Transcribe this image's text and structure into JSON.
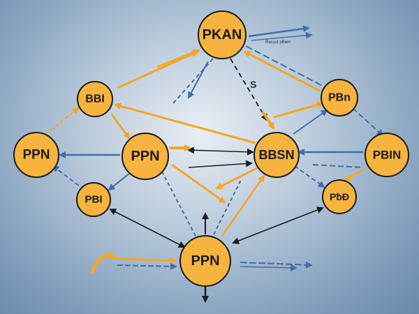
{
  "nodes": [
    {
      "id": "pkan",
      "label": "PKAN"
    },
    {
      "id": "bbi",
      "label": "BBI"
    },
    {
      "id": "pbn-top",
      "label": "PBn"
    },
    {
      "id": "ppn-left",
      "label": "PPN"
    },
    {
      "id": "ppn-center",
      "label": "PPN"
    },
    {
      "id": "bbsn",
      "label": "BBSN"
    },
    {
      "id": "pbin",
      "label": "PBIN"
    },
    {
      "id": "pbi",
      "label": "PBI"
    },
    {
      "id": "pbd",
      "label": "PƀĐ"
    },
    {
      "id": "ppn-bottom",
      "label": "PPN"
    }
  ],
  "annotations": {
    "s_label": "S",
    "top_right_caption": "Rasust pBam"
  },
  "colors": {
    "node_fill": "#f6b43e",
    "node_stroke": "#1a1a1a",
    "arrow_orange": "#f5a623",
    "arrow_blue": "#3f6fa8",
    "arrow_black": "#1c1c1c"
  }
}
